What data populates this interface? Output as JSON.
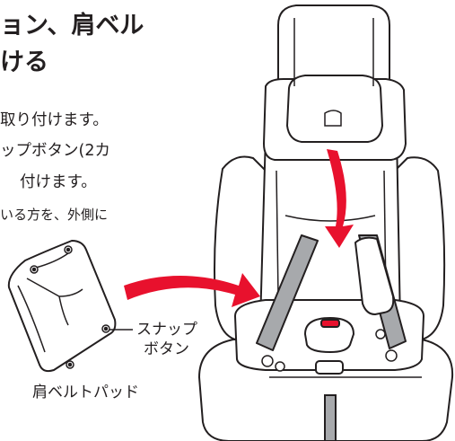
{
  "heading": {
    "line1": "ョン、肩ベル",
    "line2": "ける"
  },
  "body": {
    "line1": "取り付けます。",
    "line2": "ップボタン(2カ",
    "line3": "付けます。",
    "line4": "いる方を、外側に"
  },
  "labels": {
    "snap_button_line1": "スナップ",
    "snap_button_line2": "ボタン",
    "shoulder_belt_pad": "肩ベルトパッド"
  },
  "colors": {
    "arrow": "#e8112d",
    "belt": "#a7a9ac",
    "line": "#231f20",
    "buckle_red": "#e8112d"
  },
  "icons": {
    "pad": "shoulder-belt-pad-illustration",
    "seat": "child-car-seat-illustration",
    "arrows": "direction-arrow"
  }
}
